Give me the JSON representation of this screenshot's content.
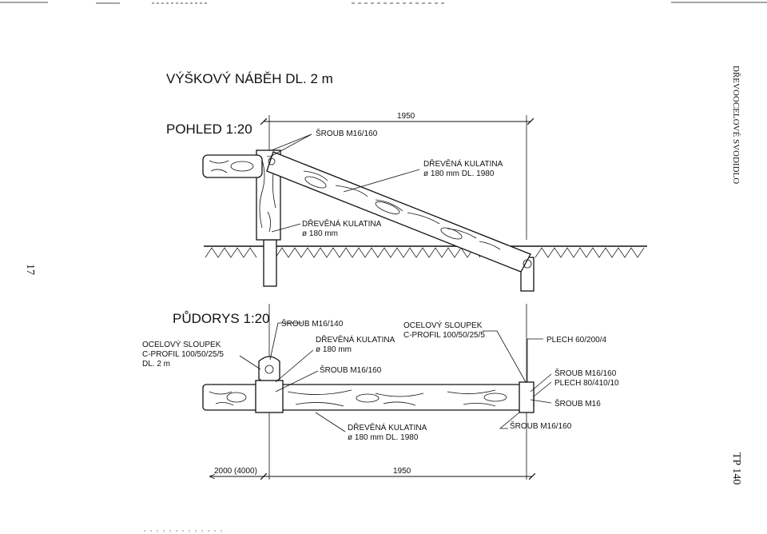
{
  "title": "VÝŠKOVÝ NÁBĚH DL. 2 m",
  "side_title": "DŘEVOOCELOVÉ SVODIDLO",
  "page_number": "17",
  "doc_code": "TP 140",
  "elevation": {
    "heading": "POHLED 1:20",
    "bolt_label": "ŠROUB M16/160",
    "log_sloped_l1": "DŘEVĚNÁ KULATINA",
    "log_sloped_l2": "ø 180 mm DL. 1980",
    "log_post_l1": "DŘEVĚNÁ KULATINA",
    "log_post_l2": "ø 180 mm",
    "dim_top": "1950"
  },
  "plan": {
    "heading": "PŮDORYS 1:20",
    "post_left_l1": "OCELOVÝ SLOUPEK",
    "post_left_l2": "C-PROFIL 100/50/25/5",
    "post_left_l3": "DL. 2 m",
    "bolt_140": "ŠROUB M16/140",
    "log_mid_l1": "DŘEVĚNÁ KULATINA",
    "log_mid_l2": "ø 180 mm",
    "bolt_160_left": "ŠROUB M16/160",
    "post_right_l1": "OCELOVÝ SLOUPEK",
    "post_right_l2": "C-PROFIL 100/50/25/5",
    "plate_60": "PLECH 60/200/4",
    "bolt_160_right": "ŠROUB M16/160",
    "plate_80": "PLECH 80/410/10",
    "bolt_m16": "ŠROUB M16",
    "log_bottom_l1": "DŘEVĚNÁ KULATINA",
    "log_bottom_l2": "ø 180 mm DL. 1980",
    "bolt_160_bottom": "ŠROUB M16/160",
    "dim_left": "2000 (4000)",
    "dim_bottom": "1950"
  }
}
